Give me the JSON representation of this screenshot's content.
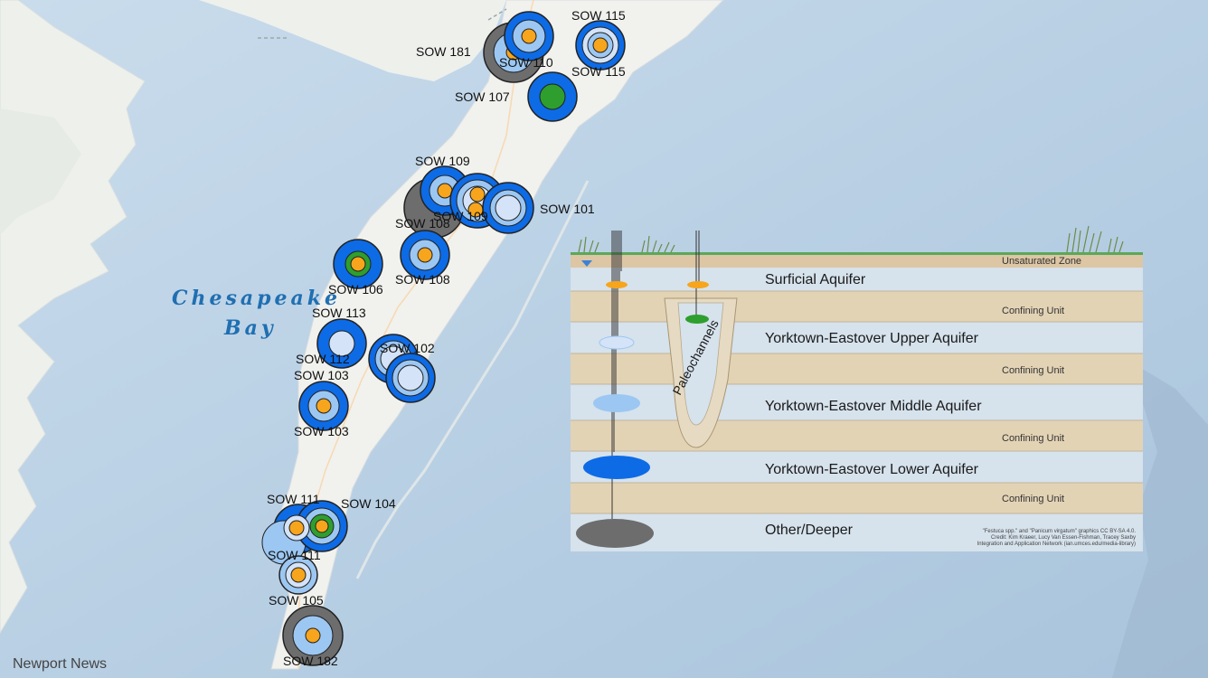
{
  "map": {
    "water_body_label": [
      "Chesapeake",
      "Bay"
    ],
    "city_label": "Newport News",
    "colors": {
      "water": "#c5d9ea",
      "land": "#f1f1ee",
      "well_dark": "#0d6be6",
      "well_light": "#9cc7f2",
      "well_pale": "#d4e3f7",
      "well_gray": "#6d6d6d",
      "marker_orange": "#f7a51c",
      "marker_green": "#2e9f2e"
    }
  },
  "wells": [
    {
      "id": "sow181",
      "label": "SOW 181"
    },
    {
      "id": "sow110",
      "label": "SOW 110"
    },
    {
      "id": "sow115a",
      "label": "SOW 115"
    },
    {
      "id": "sow115b",
      "label": "SOW 115"
    },
    {
      "id": "sow107",
      "label": "SOW 107"
    },
    {
      "id": "sow109a",
      "label": "SOW 109"
    },
    {
      "id": "sow108a",
      "label": "SOW 108"
    },
    {
      "id": "sow109b",
      "label": "SOW 109"
    },
    {
      "id": "sow101",
      "label": "SOW 101"
    },
    {
      "id": "sow108b",
      "label": "SOW 108"
    },
    {
      "id": "sow106",
      "label": "SOW 106"
    },
    {
      "id": "sow113",
      "label": "SOW 113"
    },
    {
      "id": "sow112",
      "label": "SOW 112"
    },
    {
      "id": "sow102",
      "label": "SOW 102"
    },
    {
      "id": "sow103a",
      "label": "SOW 103"
    },
    {
      "id": "sow103b",
      "label": "SOW 103"
    },
    {
      "id": "sow111a",
      "label": "SOW 111"
    },
    {
      "id": "sow104",
      "label": "SOW 104"
    },
    {
      "id": "sow111b",
      "label": "SOW 111"
    },
    {
      "id": "sow105",
      "label": "SOW 105"
    },
    {
      "id": "sow182",
      "label": "SOW 182"
    }
  ],
  "cross_section": {
    "layers": [
      {
        "name": "Unsaturated Zone"
      },
      {
        "name": "Surficial Aquifer"
      },
      {
        "name": "Confining Unit"
      },
      {
        "name": "Yorktown-Eastover Upper Aquifer"
      },
      {
        "name": "Confining Unit"
      },
      {
        "name": "Yorktown-Eastover Middle Aquifer"
      },
      {
        "name": "Confining Unit"
      },
      {
        "name": "Yorktown-Eastover Lower Aquifer"
      },
      {
        "name": "Confining Unit"
      },
      {
        "name": "Other/Deeper"
      }
    ],
    "paleochannels_label": "Paleochannels",
    "credit": [
      "\"Festuca spp.\" and \"Panicum virgatum\" graphics CC BY-SA 4.0.",
      "Credit: Kim Kraeer, Lucy Van Essen-Fishman, Tracey Saxby",
      "Integration and Application Network (ian.umces.edu/media-library)"
    ],
    "colors": {
      "aquifer": "#d6e2ec",
      "confining": "#e3d3b5",
      "unsaturated": "#dcc6a4",
      "ground": "#5aa85a"
    }
  }
}
